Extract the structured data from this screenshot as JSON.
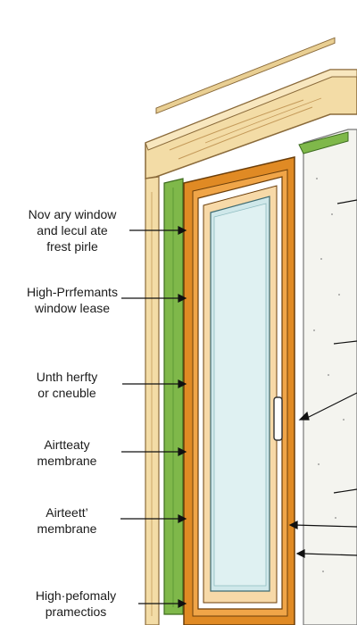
{
  "labels": [
    {
      "lines": [
        "Nov ary window",
        "and lecul ate",
        "frest pirle"
      ]
    },
    {
      "lines": [
        "High-Prrfemants",
        "window lease"
      ]
    },
    {
      "lines": [
        "Unth herfty",
        "or cneuble"
      ]
    },
    {
      "lines": [
        "Airtteaty",
        "membrane"
      ]
    },
    {
      "lines": [
        "Airteett’",
        "membrane"
      ]
    },
    {
      "lines": [
        "High·pefomaly",
        "pramectios"
      ]
    }
  ],
  "colors": {
    "timber": "#f3dca6",
    "timber_edge": "#c49a5a",
    "membrane": "#7fb84a",
    "frame": "#e08a24",
    "glass": "#cfe8ea",
    "insulation": "#f4f4ef",
    "leader": "#111111"
  },
  "icons": {
    "handle": "window-handle-icon"
  }
}
